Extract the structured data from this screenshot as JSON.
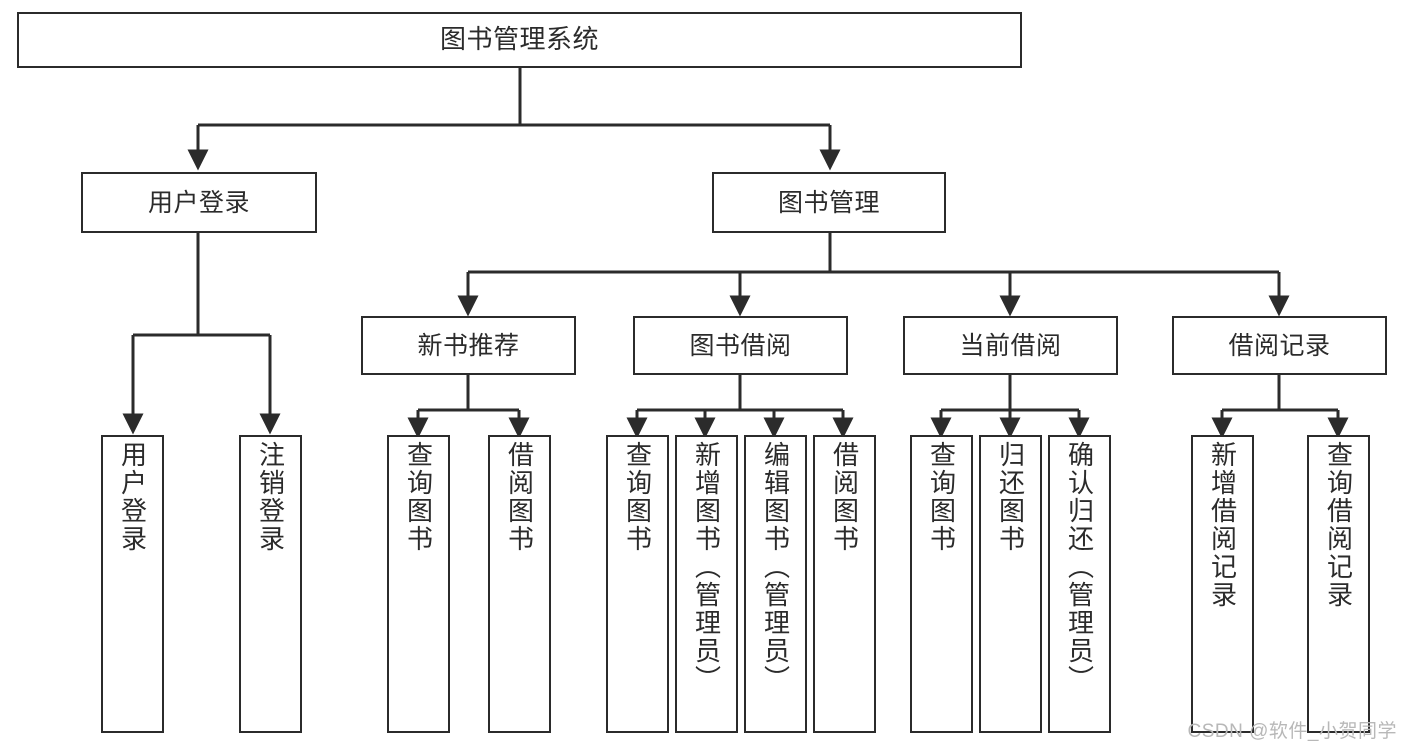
{
  "diagram": {
    "type": "tree-hierarchy",
    "title": "图书管理系统",
    "watermark": "CSDN @软件_小贺同学",
    "colors": {
      "stroke": "#2b2b2b",
      "fill": "#ffffff",
      "text": "#2b2b2b",
      "watermark": "#b8b8b8",
      "background": "#ffffff"
    },
    "nodes": {
      "root": {
        "label": "图书管理系统"
      },
      "level1": [
        {
          "id": "user-login",
          "label": "用户登录"
        },
        {
          "id": "book-manage",
          "label": "图书管理"
        }
      ],
      "level2": [
        {
          "id": "new-book-recommend",
          "label": "新书推荐"
        },
        {
          "id": "book-borrow",
          "label": "图书借阅"
        },
        {
          "id": "current-borrow",
          "label": "当前借阅"
        },
        {
          "id": "borrow-record",
          "label": "借阅记录"
        }
      ],
      "leaves": {
        "user_login": [
          {
            "id": "leaf-user-login",
            "label": "用户登录"
          },
          {
            "id": "leaf-logout",
            "label": "注销登录"
          }
        ],
        "new_book_recommend": [
          {
            "id": "leaf-query-book-1",
            "label": "查询图书"
          },
          {
            "id": "leaf-borrow-book-1",
            "label": "借阅图书"
          }
        ],
        "book_borrow": [
          {
            "id": "leaf-query-book-2",
            "label": "查询图书"
          },
          {
            "id": "leaf-add-book",
            "label": "新增图书（管理员）"
          },
          {
            "id": "leaf-edit-book",
            "label": "编辑图书（管理员）"
          },
          {
            "id": "leaf-borrow-book-2",
            "label": "借阅图书"
          }
        ],
        "current_borrow": [
          {
            "id": "leaf-query-book-3",
            "label": "查询图书"
          },
          {
            "id": "leaf-return-book",
            "label": "归还图书"
          },
          {
            "id": "leaf-confirm-return",
            "label": "确认归还（管理员）"
          }
        ],
        "borrow_record": [
          {
            "id": "leaf-add-record",
            "label": "新增借阅记录"
          },
          {
            "id": "leaf-query-record",
            "label": "查询借阅记录"
          }
        ]
      }
    }
  }
}
